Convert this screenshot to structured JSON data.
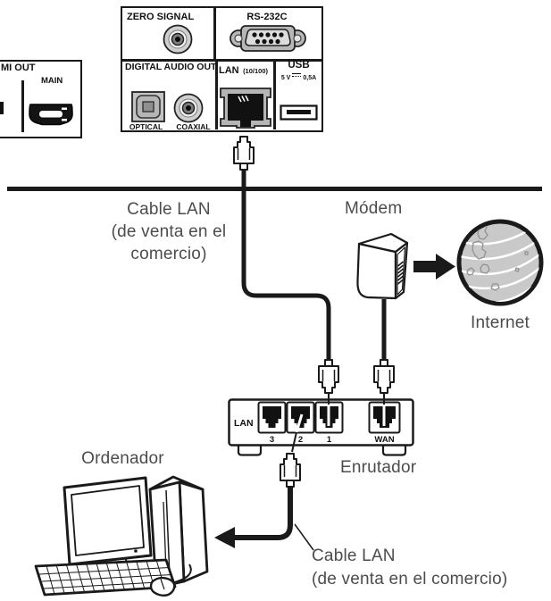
{
  "rear_panel": {
    "hdmi_section": {
      "title": "MI OUT",
      "main_label": "MAIN"
    },
    "zero_signal": {
      "label": "ZERO SIGNAL"
    },
    "rs232c": {
      "label": "RS-232C"
    },
    "digital_audio_out": {
      "label": "DIGITAL AUDIO OUT",
      "optical": "OPTICAL",
      "coaxial": "COAXIAL"
    },
    "lan": {
      "label": "LAN",
      "speed": "(10/100)"
    },
    "usb": {
      "label": "USB",
      "power_prefix": "5 V",
      "power_suffix": "0,5A"
    }
  },
  "diagram": {
    "cable_lan_top": {
      "line1": "Cable LAN",
      "line2": "(de venta en el",
      "line3": "comercio)"
    },
    "modem_label": "Módem",
    "internet_label": "Internet",
    "computer_label": "Ordenador",
    "router_label": "Enrutador",
    "cable_lan_bottom": {
      "line1": "Cable LAN",
      "line2": "(de venta en el comercio)"
    },
    "router": {
      "lan_label": "LAN",
      "port_labels": [
        "3",
        "2",
        "1"
      ],
      "wan_label": "WAN"
    }
  },
  "colors": {
    "outline": "#1a1a1a",
    "label_text": "#4b4c4e",
    "connector_gray": "#b5b5b5",
    "connector_light_gray": "#dcdcdc",
    "globe_fill": "#c9c9c9"
  }
}
